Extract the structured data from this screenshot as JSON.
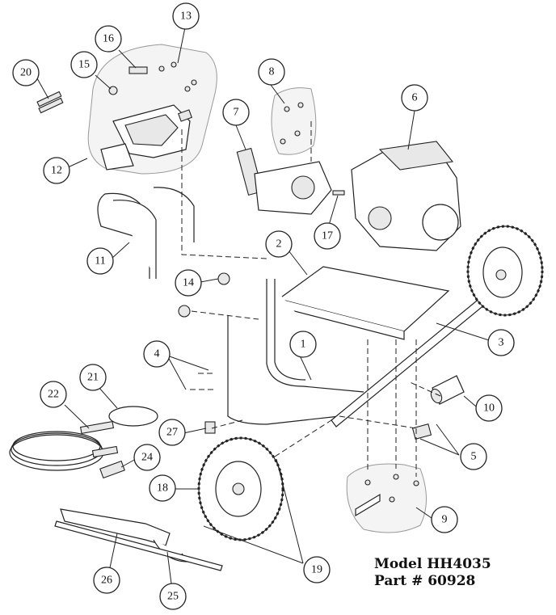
{
  "model": {
    "model_line": "Model HH4035",
    "part_line": "Part # 60928"
  },
  "callouts": [
    {
      "id": "c1",
      "label": "1"
    },
    {
      "id": "c2",
      "label": "2"
    },
    {
      "id": "c3",
      "label": "3"
    },
    {
      "id": "c4",
      "label": "4"
    },
    {
      "id": "c5",
      "label": "5"
    },
    {
      "id": "c6",
      "label": "6"
    },
    {
      "id": "c7",
      "label": "7"
    },
    {
      "id": "c8",
      "label": "8"
    },
    {
      "id": "c9",
      "label": "9"
    },
    {
      "id": "c10",
      "label": "10"
    },
    {
      "id": "c11",
      "label": "11"
    },
    {
      "id": "c12",
      "label": "12"
    },
    {
      "id": "c13",
      "label": "13"
    },
    {
      "id": "c14",
      "label": "14"
    },
    {
      "id": "c15",
      "label": "15"
    },
    {
      "id": "c16",
      "label": "16"
    },
    {
      "id": "c17",
      "label": "17"
    },
    {
      "id": "c18",
      "label": "18"
    },
    {
      "id": "c19",
      "label": "19"
    },
    {
      "id": "c20",
      "label": "20"
    },
    {
      "id": "c21",
      "label": "21"
    },
    {
      "id": "c22",
      "label": "22"
    },
    {
      "id": "c24",
      "label": "24"
    },
    {
      "id": "c25",
      "label": "25"
    },
    {
      "id": "c26",
      "label": "26"
    },
    {
      "id": "c27",
      "label": "27"
    }
  ]
}
